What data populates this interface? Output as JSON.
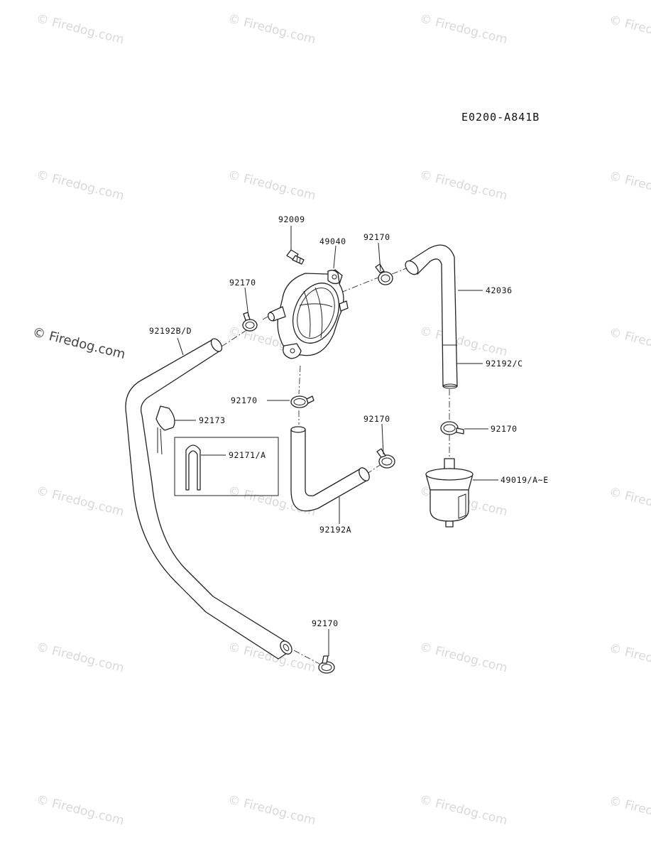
{
  "diagram": {
    "code": "E0200-A841B",
    "watermark": "© Firedog.com",
    "parts": {
      "screw": "92009",
      "fuel_pump": "49040",
      "clamp_top_right": "92170",
      "pipe_top_right": "42036",
      "clamp_left": "92170",
      "hose_left": "92192B/D",
      "hose_right_lower": "92192/C",
      "clamp_center": "92170",
      "clamp_right_mid": "92170",
      "clip_a": "92173",
      "clamp_center_right": "92170",
      "clip_b": "92171/A",
      "filter": "49019/A~E",
      "hose_center": "92192A",
      "clamp_bottom": "92170"
    }
  }
}
